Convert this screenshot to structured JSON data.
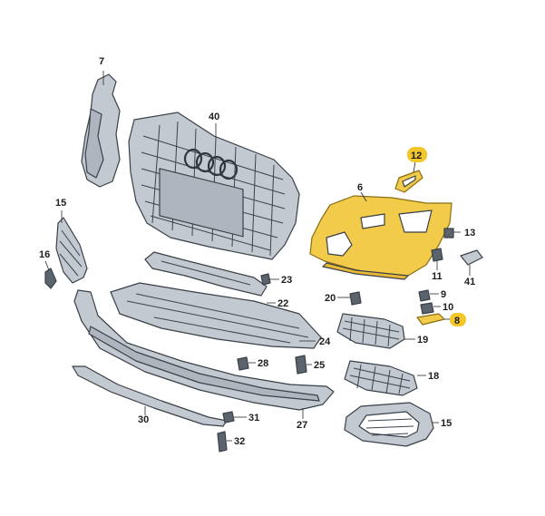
{
  "diagram": {
    "parts": [
      {
        "id": "p7",
        "label": "7",
        "highlighted": false
      },
      {
        "id": "p40",
        "label": "40",
        "highlighted": false
      },
      {
        "id": "p12",
        "label": "12",
        "highlighted": true
      },
      {
        "id": "p6",
        "label": "6",
        "highlighted": true
      },
      {
        "id": "p13",
        "label": "13",
        "highlighted": false
      },
      {
        "id": "p15a",
        "label": "15",
        "highlighted": false
      },
      {
        "id": "p16",
        "label": "16",
        "highlighted": false
      },
      {
        "id": "p11",
        "label": "11",
        "highlighted": false
      },
      {
        "id": "p41",
        "label": "41",
        "highlighted": false
      },
      {
        "id": "p23",
        "label": "23",
        "highlighted": false
      },
      {
        "id": "p22",
        "label": "22",
        "highlighted": false
      },
      {
        "id": "p20",
        "label": "20",
        "highlighted": false
      },
      {
        "id": "p9",
        "label": "9",
        "highlighted": false
      },
      {
        "id": "p10",
        "label": "10",
        "highlighted": false
      },
      {
        "id": "p8",
        "label": "8",
        "highlighted": true
      },
      {
        "id": "p19",
        "label": "19",
        "highlighted": false
      },
      {
        "id": "p24",
        "label": "24",
        "highlighted": false
      },
      {
        "id": "p28",
        "label": "28",
        "highlighted": false
      },
      {
        "id": "p25",
        "label": "25",
        "highlighted": false
      },
      {
        "id": "p18",
        "label": "18",
        "highlighted": false
      },
      {
        "id": "p30",
        "label": "30",
        "highlighted": false
      },
      {
        "id": "p31",
        "label": "31",
        "highlighted": false
      },
      {
        "id": "p27",
        "label": "27",
        "highlighted": false
      },
      {
        "id": "p15b",
        "label": "15",
        "highlighted": false
      },
      {
        "id": "p32",
        "label": "32",
        "highlighted": false
      }
    ],
    "colors": {
      "highlight": "#f2cb4a",
      "highlight_badge": "#f3c62c",
      "part_fill": "#c3c9d0",
      "outline": "#3a4048"
    }
  }
}
